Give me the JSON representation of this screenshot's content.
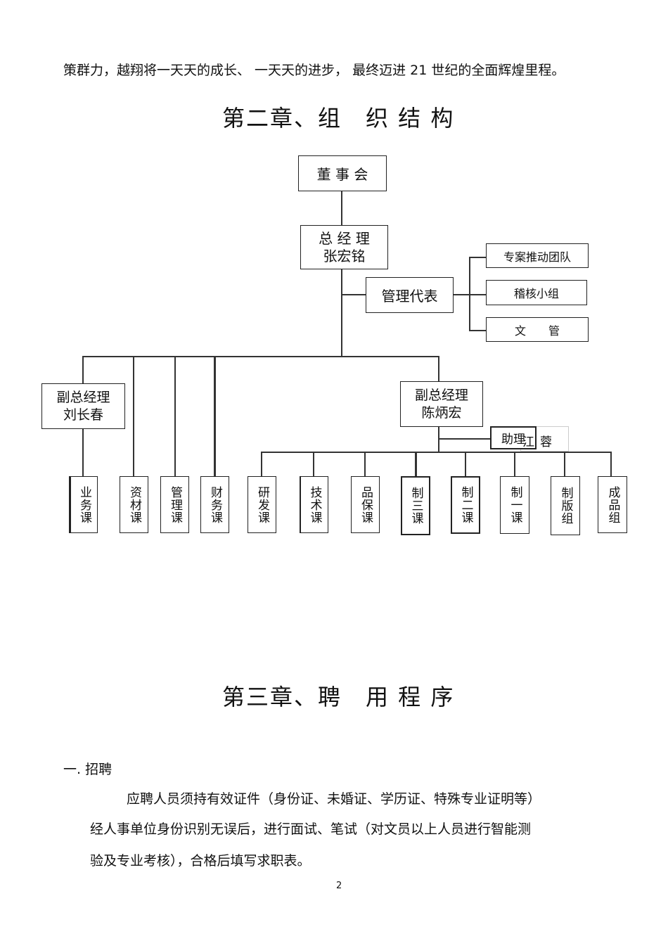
{
  "intro_line": "策群力，越翔将一天天的成长、 一天天的进步， 最终迈进  21 世纪的全面辉煌里程。",
  "chapter2_title": "第二章、组　织 结 构",
  "org": {
    "board": "董 事 会",
    "gm_title": "总 经 理",
    "gm_name": "张宏铭",
    "mgmt_rep": "管理代表",
    "rep_units": [
      "专案推动团队",
      "稽核小组",
      "文　　管"
    ],
    "deputy_left_title": "副总经理",
    "deputy_left_name": "刘长春",
    "deputy_right_title": "副总经理",
    "deputy_right_name": "陈炳宏",
    "assistant_label": "助理",
    "assistant_name_overlap": "江",
    "assistant_name_suffix": "蓉",
    "departments": [
      "业务课",
      "资材课",
      "管理课",
      "财务课",
      "研发课",
      "技术课",
      "品保课",
      "制三课",
      "制二课",
      "制一课",
      "制版组",
      "成品组"
    ]
  },
  "chapter3_title": "第三章、聘　用 程 序",
  "section1_heading": "一.  招聘",
  "section1_lines": [
    "应聘人员须持有效证件（身份证、未婚证、学历证、特殊专业证明等）",
    "经人事单位身份识别无误后，进行面试、笔试（对文员以上人员进行智能测",
    "验及专业考核），合格后填写求职表。"
  ],
  "page_number": "2"
}
